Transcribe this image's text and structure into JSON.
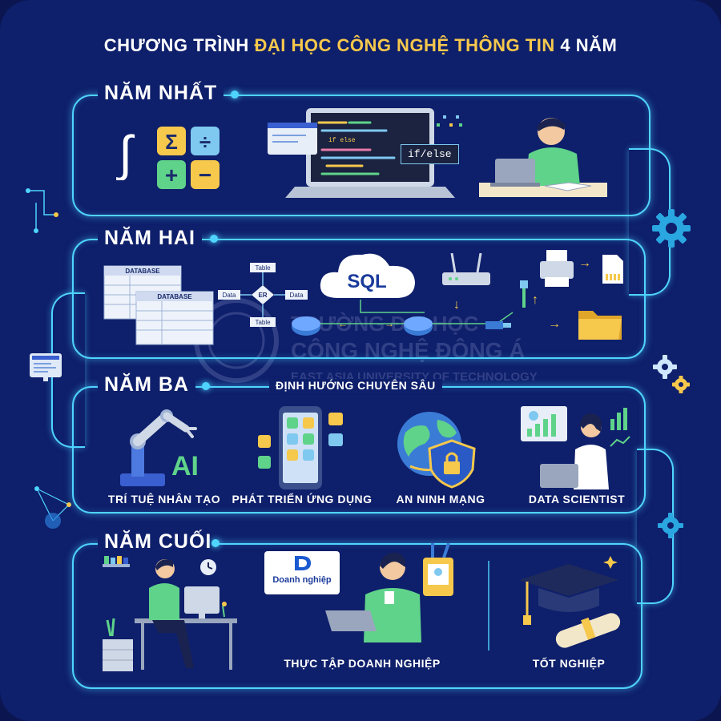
{
  "header": {
    "title_part1": "CHƯƠNG TRÌNH",
    "title_highlight": "ĐẠI HỌC CÔNG NGHỆ THÔNG TIN",
    "title_part2": "4 NĂM"
  },
  "colors": {
    "accent": "#4fd4ff",
    "highlight": "#f6c84c",
    "background": "#0e1f6b",
    "green": "#5fd38a"
  },
  "watermark": {
    "line1": "TRƯỜNG ĐẠI HỌC",
    "line2": "CÔNG NGHỆ ĐÔNG Á",
    "line3": "EAST ASIA UNIVERSITY OF TECHNOLOGY"
  },
  "year1": {
    "title": "NĂM NHẤT",
    "code_tag": "if/else",
    "code_line": "if else",
    "icons": [
      "integral-icon",
      "sum-icon",
      "divide-icon",
      "plus-icon",
      "minus-icon",
      "laptop-code-icon",
      "student-studying-icon"
    ]
  },
  "year2": {
    "title": "NĂM HAI",
    "db_label1": "DATABASE",
    "db_label2": "DATABASE",
    "er": {
      "center": "ER",
      "top": "Table",
      "bottom": "Table",
      "left": "Data",
      "right": "Data"
    },
    "sql_label": "SQL",
    "icons": [
      "database-table-icon",
      "er-diagram-icon",
      "cloud-sql-icon",
      "router-icon",
      "switch-icon",
      "printer-icon",
      "sd-card-icon",
      "folder-icon"
    ]
  },
  "year3": {
    "title": "NĂM BA",
    "subtitle": "ĐỊNH HƯỚNG CHUYÊN SÂU",
    "ai_label": "AI",
    "tracks": [
      {
        "label": "TRÍ TUỆ NHÂN TẠO",
        "icon": "robot-arm-icon"
      },
      {
        "label": "PHÁT TRIỂN ỨNG DỤNG",
        "icon": "smartphone-app-icon"
      },
      {
        "label": "AN NINH MẠNG",
        "icon": "globe-shield-icon"
      },
      {
        "label": "DATA SCIENTIST",
        "icon": "data-scientist-icon"
      }
    ]
  },
  "year4": {
    "title": "NĂM CUỐI",
    "company_label": "Doanh nghiệp",
    "items": [
      {
        "label": "THỰC TẬP DOANH NGHIỆP",
        "icon": "intern-icon"
      },
      {
        "label": "TỐT NGHIỆP",
        "icon": "graduation-cap-icon"
      }
    ]
  }
}
